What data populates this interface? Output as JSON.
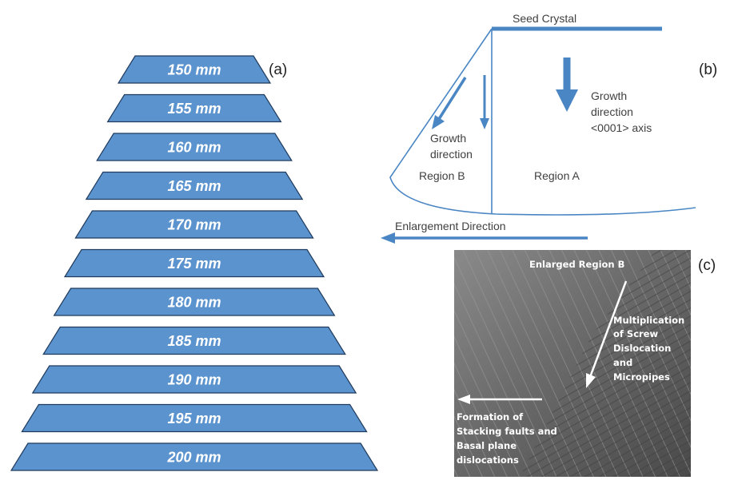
{
  "panel_a": {
    "label": "(a)",
    "sizes": [
      "150 mm",
      "155 mm",
      "160 mm",
      "165 mm",
      "170 mm",
      "175 mm",
      "180 mm",
      "185 mm",
      "190 mm",
      "195 mm",
      "200 mm"
    ]
  },
  "panel_b": {
    "label": "(b)",
    "seed_crystal": "Seed Crystal",
    "growth_axis_lines": [
      "Growth",
      "direction",
      "<0001> axis"
    ],
    "growth_lines": [
      "Growth",
      "direction"
    ],
    "region_a": "Region A",
    "region_b": "Region B",
    "enlargement": "Enlargement Direction"
  },
  "panel_c": {
    "label": "(c)",
    "title": "Enlarged Region B",
    "multiplication_lines": [
      "Multiplication",
      "of Screw",
      "Dislocation",
      "and",
      "Micropipes"
    ],
    "formation_lines": [
      "Formation of",
      "Stacking faults and",
      "Basal plane",
      "dislocations"
    ]
  },
  "colors": {
    "trapezoid_fill": "#5b93ce",
    "trapezoid_stroke": "#1f3a5c",
    "arrow_blue": "#4a86c3",
    "micrograph_gray": "#6e6e6e"
  }
}
